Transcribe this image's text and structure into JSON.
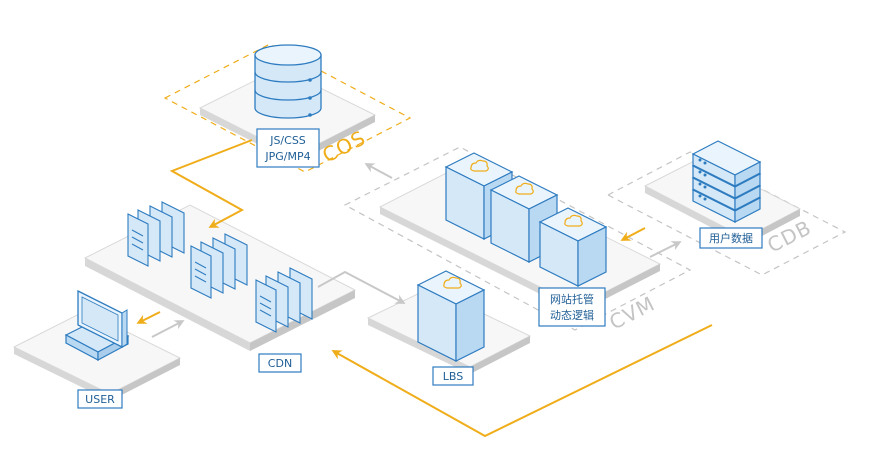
{
  "colors": {
    "accent": "#f0ad1a",
    "primary": "#2e7cc0",
    "gray_arrow": "#c8c8c8",
    "zone_gray": "#c4c4c4"
  },
  "labels": {
    "cos_content_line1": "JS/CSS",
    "cos_content_line2": "JPG/MP4",
    "cdn": "CDN",
    "user": "USER",
    "lbs": "LBS",
    "cvm_line1": "网站托管",
    "cvm_line2": "动态逻辑",
    "cdb_content": "用户数据"
  },
  "zones": {
    "cos": "COS",
    "cvm": "CVM",
    "cdb": "CDB"
  },
  "icons": {
    "cos": "database-icon",
    "cdn": "document-stack-icon",
    "user": "computer-icon",
    "lbs": "cloud-server-icon",
    "cvm": "cloud-server-icon",
    "cdb": "server-rack-icon"
  }
}
